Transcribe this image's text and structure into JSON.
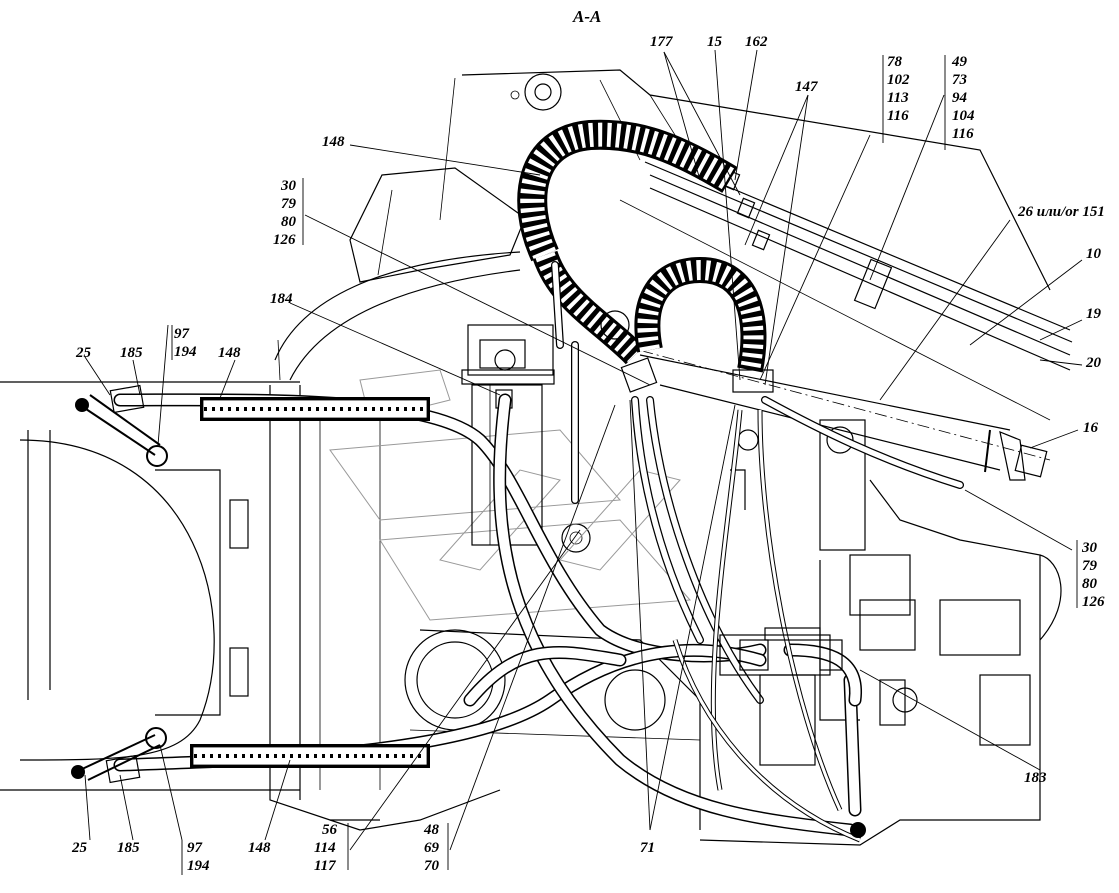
{
  "drawing": {
    "section_title": "А-А",
    "labels": {
      "l177": "177",
      "l15": "15",
      "l162": "162",
      "l147": "147",
      "g78": [
        "78",
        "102",
        "113",
        "116"
      ],
      "g49": [
        "49",
        "73",
        "94",
        "104",
        "116"
      ],
      "l148_top": "148",
      "g30_top": [
        "30",
        "79",
        "80",
        "126"
      ],
      "l26": "26 или/or 151",
      "l10": "10",
      "l19": "19",
      "l20": "20",
      "l16": "16",
      "g30_right": [
        "30",
        "79",
        "80",
        "126"
      ],
      "l184": "184",
      "l25_top": "25",
      "l185_top": "185",
      "g97_top": [
        "97",
        "194"
      ],
      "l148_mid": "148",
      "l183": "183",
      "l25_bot": "25",
      "l185_bot": "185",
      "g97_bot": [
        "97",
        "194"
      ],
      "l148_bot": "148",
      "g56": [
        "56",
        "114",
        "117"
      ],
      "g48": [
        "48",
        "69",
        "70"
      ],
      "l71": "71"
    }
  }
}
